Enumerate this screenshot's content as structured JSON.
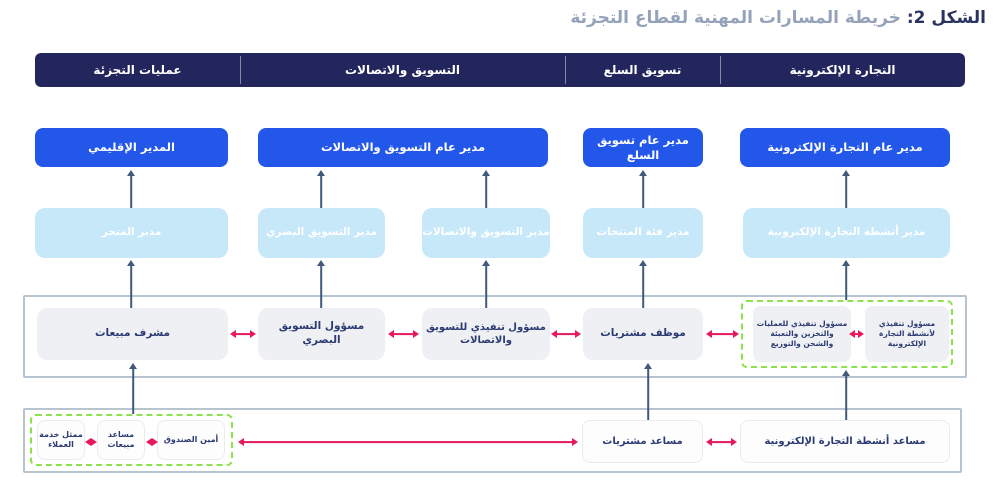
{
  "title": {
    "figure_label": "الشكل 2:",
    "figure_title": "خريطة المسارات المهنية لقطاع التجزئة"
  },
  "header_columns": [
    "التجارة الإلكترونية",
    "تسويق السلع",
    "التسويق والاتصالات",
    "عمليات التجزئة"
  ],
  "general_managers": [
    "مدير عام التجارة الإلكترونية",
    "مدير عام تسويق السلع",
    "مدير عام التسويق والاتصالات",
    "المدير الإقليمي"
  ],
  "managers": [
    "مدير أنشطة التجارة الإلكترونية",
    "مدير فئة المنتجات",
    "مدير التسويق والاتصالات",
    "مدير التسويق البصري",
    "مدير المتجر"
  ],
  "officers": [
    "مسؤول تنفيذي لأنشطة التجارة الإلكترونية",
    "مسؤول تنفيذي للعمليات والتخزين والتعبئة والشحن والتوزيع",
    "موظف مشتريات",
    "مسؤول تنفيذي للتسويق والاتصالات",
    "مسؤول التسويق البصري",
    "مشرف مبيعات"
  ],
  "assistants": [
    "مساعد أنشطة التجارة الإلكترونية",
    "مساعد مشتريات",
    "أمين الصندوق",
    "مساعد مبيعات",
    "ممثل خدمة العملاء"
  ],
  "colors": {
    "header_navy": "#22265c",
    "gm_blue": "#2257e9",
    "manager_light_blue": "#c7e8f8",
    "officer_gray": "#eef0f4",
    "frame_border": "#b7c3cf",
    "green_dashed": "#8ce14c",
    "pink_arrow": "#e6195f",
    "slate_arrow": "#41597b",
    "box_text_navy": "#2b3a72",
    "title_navy": "#2a3360",
    "title_gray": "#94a2ba"
  }
}
